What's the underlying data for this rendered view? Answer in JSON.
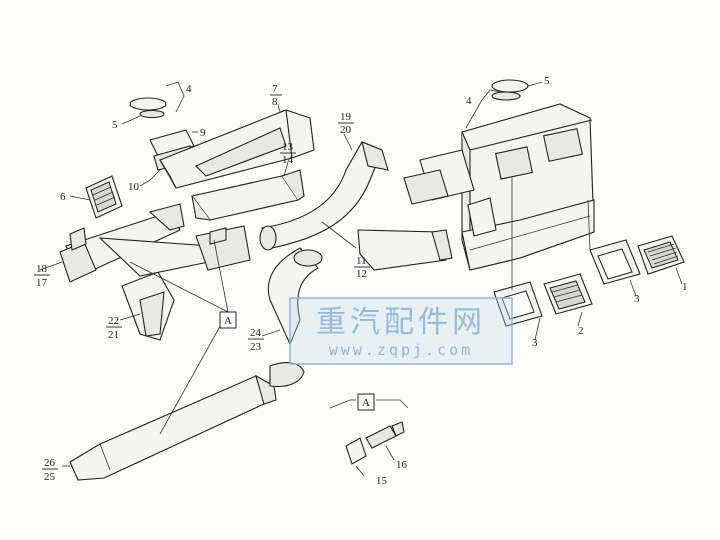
{
  "labels": {
    "p1": "1",
    "p2": "2",
    "p3a": "3",
    "p3b": "3",
    "p4a": "4",
    "p4b": "4",
    "p5a": "5",
    "p5b": "5",
    "p6": "6",
    "p7": "7",
    "p8": "8",
    "p9": "9",
    "p10": "10",
    "p11": "11",
    "p12": "12",
    "p13": "13",
    "p14": "14",
    "p15": "15",
    "p16": "16",
    "p17": "17",
    "p18": "18",
    "p19": "19",
    "p20": "20",
    "p21": "21",
    "p22": "22",
    "p23": "23",
    "p24": "24",
    "p25": "25",
    "p26": "26",
    "detailA1": "A",
    "detailA2": "A"
  },
  "watermark": {
    "title": "重汽配件网",
    "url": "www.zqpj.com"
  }
}
